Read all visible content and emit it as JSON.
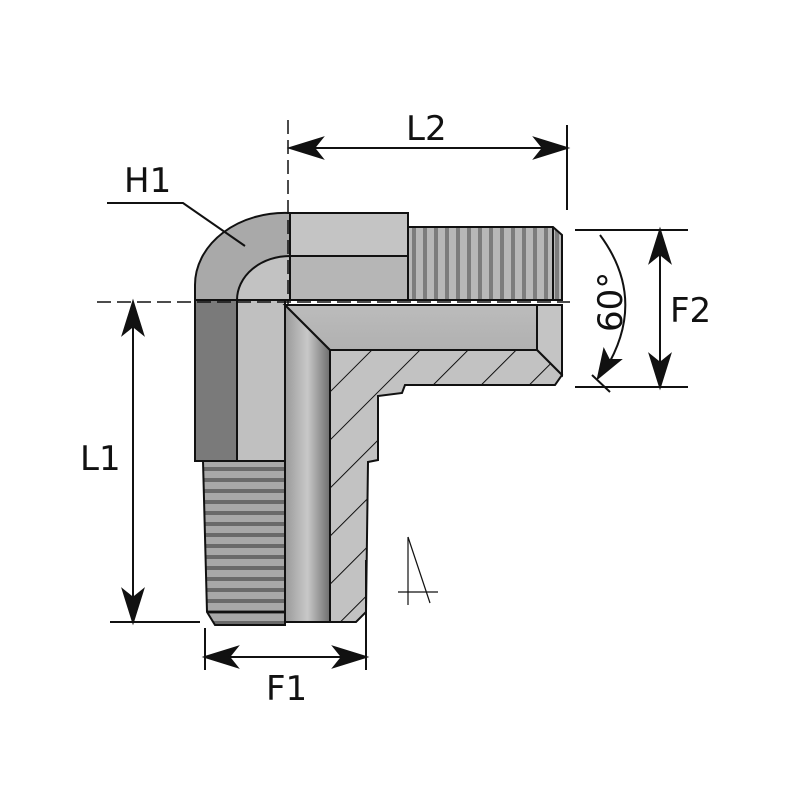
{
  "labels": {
    "h1": "H1",
    "l1": "L1",
    "l2": "L2",
    "f1": "F1",
    "f2": "F2",
    "angle": "60°"
  },
  "colors": {
    "body_light": "#c4c4c4",
    "body_mid": "#b0b0b0",
    "body_dark": "#7a7a7a",
    "line": "#111111"
  }
}
